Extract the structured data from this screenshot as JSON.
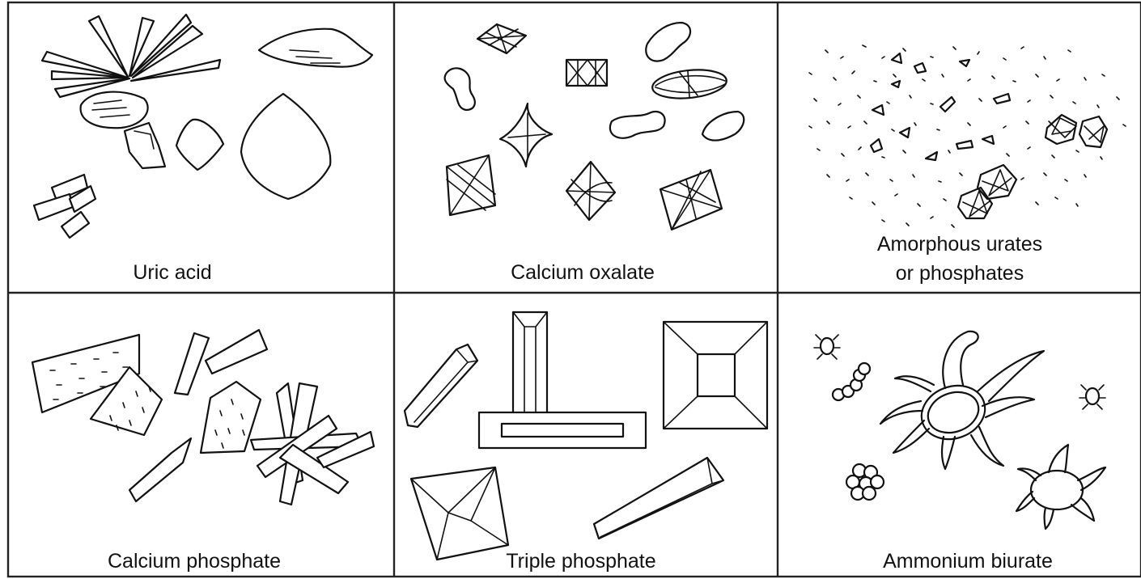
{
  "figure": {
    "panels": [
      {
        "caption_lines": [
          "Uric acid"
        ]
      },
      {
        "caption_lines": [
          "Calcium oxalate"
        ]
      },
      {
        "caption_lines": [
          "Amorphous urates",
          "or phosphates"
        ]
      },
      {
        "caption_lines": [
          "Calcium phosphate"
        ]
      },
      {
        "caption_lines": [
          "Triple phosphate"
        ]
      },
      {
        "caption_lines": [
          "Ammonium biurate"
        ]
      }
    ]
  }
}
